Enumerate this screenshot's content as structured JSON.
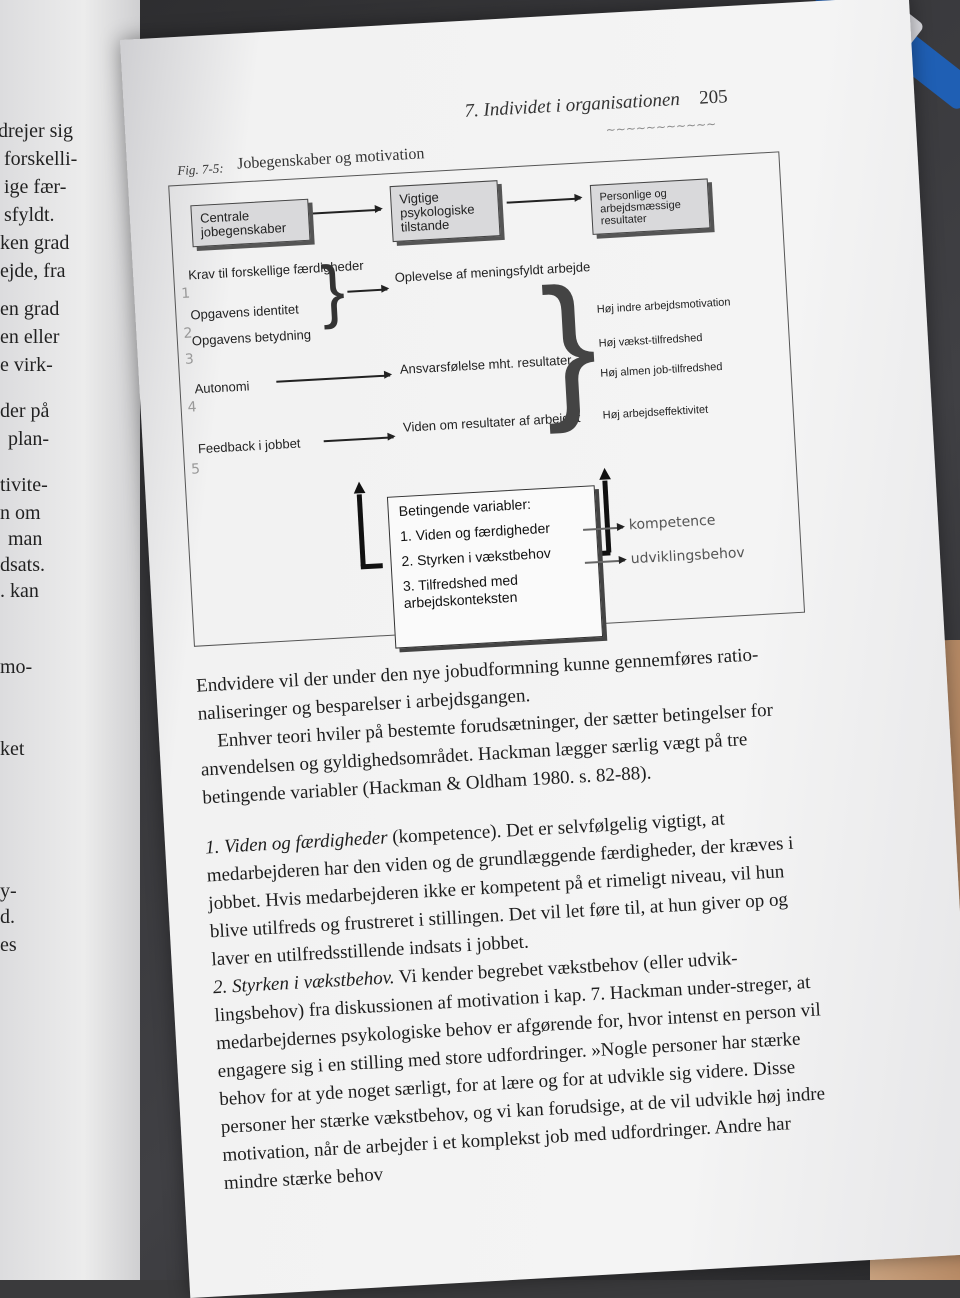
{
  "left_page_fragments": [
    "drejer sig",
    "forskelli-",
    "ige fær-",
    "sfyldt.",
    "ken grad",
    "ejde, fra",
    "en grad",
    "en eller",
    "e virk-",
    "der på",
    "plan-",
    "tivite-",
    "n om",
    "man",
    "dsats.",
    ". kan",
    "mo-",
    "ket",
    "y-",
    "d.",
    "es"
  ],
  "header": {
    "running_title": "7.  Individet i organisationen",
    "page_number": "205"
  },
  "figure": {
    "label": "Fig. 7-5:",
    "title": "Jobegenskaber og motivation",
    "col1_head": "Centrale jobegenskaber",
    "col2_head": "Vigtige psykologiske tilstande",
    "col3_head": "Personlige og arbejdsmæssige resultater",
    "col1_items": [
      "Krav til forskellige færdigheder",
      "Opgavens identitet",
      "Opgavens betydning",
      "Autonomi",
      "Feedback i jobbet"
    ],
    "col2_items": [
      "Oplevelse af meningsfyldt arbejde",
      "Ansvarsfølelse mht. resultater",
      "Viden om resultater af arbejdet"
    ],
    "col3_items": [
      "Høj indre arbejdsmotivation",
      "Høj vækst-tilfredshed",
      "Høj almen job-tilfredshed",
      "Høj arbejdseffektivitet"
    ],
    "conditions_title": "Betingende variabler:",
    "conditions": [
      "1. Viden og færdigheder",
      "2. Styrken i vækstbehov",
      "3. Tilfredshed med arbejdskonteksten"
    ],
    "handwriting": {
      "note1": "kompetence",
      "note2": "udviklingsbehov",
      "numbers": [
        "1",
        "2",
        "3",
        "4",
        "5"
      ]
    }
  },
  "body": {
    "para1": "Endvidere vil der under den nye jobudformning kunne gennemføres ratio-naliseringer og besparelser i arbejdsgangen.",
    "para2": "Enhver teori hviler på bestemte forudsætninger, der sætter betingelser for anvendelsen og gyldighedsområdet. Hackman lægger særlig vægt på tre betingende variabler (Hackman & Oldham 1980. s. 82-88).",
    "item1_num": "1.",
    "item1_title": "Viden og færdigheder",
    "item1_text": " (kompetence). Det er selvfølgelig vigtigt, at medarbejderen har den viden og de grundlæggende færdigheder, der kræves i jobbet. Hvis medarbejderen ikke er kompetent på et rimeligt niveau, vil hun blive utilfreds og frustreret i stillingen. Det vil let føre til, at hun giver op og laver en utilfredsstillende indsats i jobbet.",
    "item2_num": "2.",
    "item2_title": "Styrken i vækstbehov.",
    "item2_text": " Vi kender begrebet vækstbehov (eller udvik-lingsbehov) fra diskussionen af motivation i kap. 7. Hackman under-streger, at medarbejdernes psykologiske behov er afgørende for, hvor intenst en person vil engagere sig i en stilling med store udfordringer. »Nogle personer har stærke behov for at yde noget særligt, for at lære og for at udvikle sig videre. Disse personer her stærke vækstbehov, og vi kan forudsige, at de vil udvikle høj indre motivation, når de arbejder i et komplekst job med udfordringer. Andre har mindre stærke behov"
  }
}
